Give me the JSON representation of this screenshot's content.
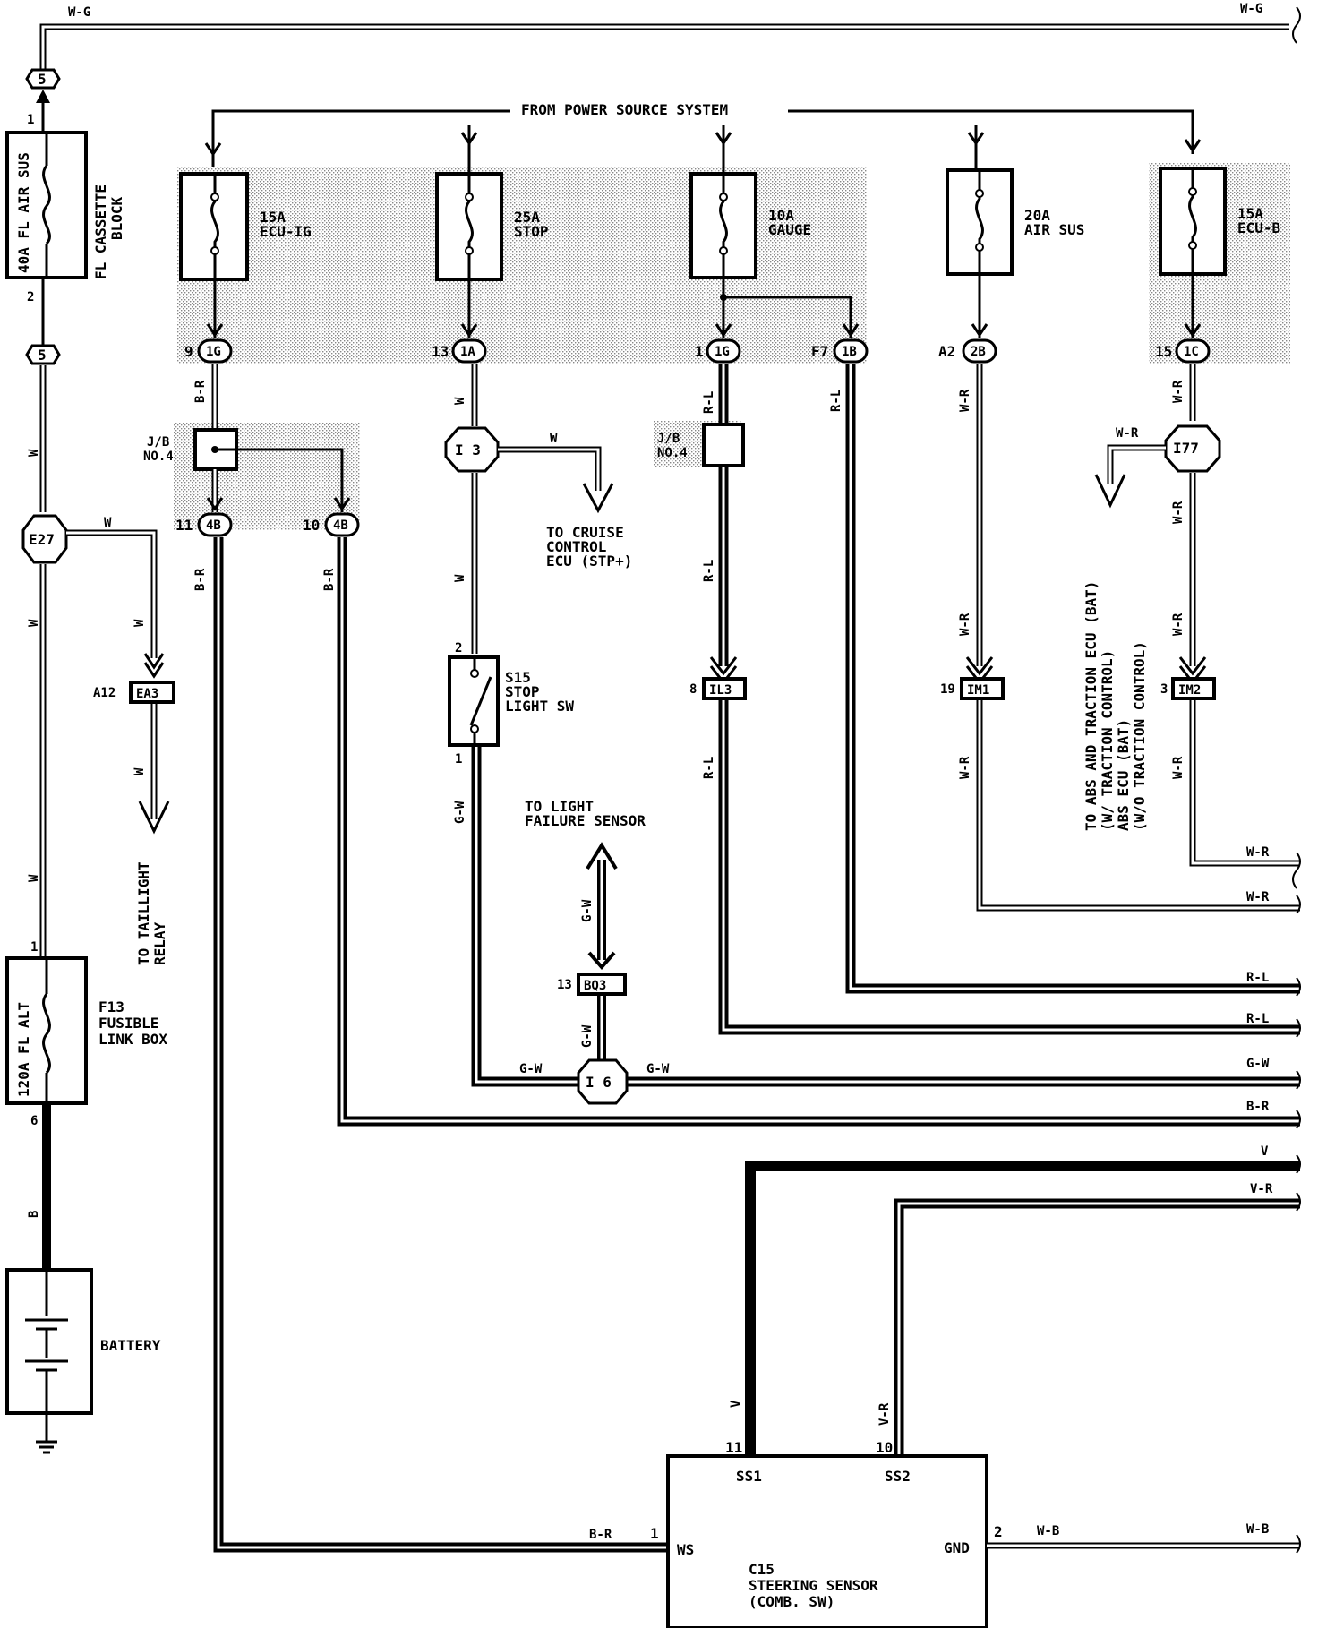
{
  "top": {
    "wire_left": "W-G",
    "wire_right": "W-G",
    "power_source": "FROM POWER SOURCE SYSTEM"
  },
  "left": {
    "conn5a": "5",
    "conn5b": "5",
    "pin1": "1",
    "pin2": "2",
    "fuse_label": "40A FL AIR SUS",
    "cassette": "FL CASSETTE",
    "cassette2": "BLOCK",
    "wire_w1": "W",
    "wire_w2": "W",
    "wire_w3": "W",
    "wire_w4": "W",
    "wire_w5": "W",
    "e27": "E27",
    "a12": "A12",
    "ea3": "EA3",
    "taillight": "TO TAILLIGHT",
    "taillight2": "RELAY",
    "f13_pin1": "1",
    "f13_fuse": "120A FL ALT",
    "f13": "F13",
    "fusible": "FUSIBLE",
    "linkbox": "LINK BOX",
    "pin6": "6",
    "wire_b": "B",
    "battery": "BATTERY"
  },
  "fuses": [
    {
      "amp": "15A",
      "name": "ECU-IG"
    },
    {
      "amp": "25A",
      "name": "STOP"
    },
    {
      "amp": "10A",
      "name": "GAUGE"
    },
    {
      "amp": "20A",
      "name": "AIR SUS"
    },
    {
      "amp": "15A",
      "name": "ECU-B"
    }
  ],
  "connectors": {
    "c9": "9",
    "c9n": "1G",
    "c13": "13",
    "c13n": "1A",
    "c1": "1",
    "c1n": "1G",
    "cf7": "F7",
    "cf7n": "1B",
    "ca2": "A2",
    "ca2n": "2B",
    "c15": "15",
    "c15n": "1C",
    "jb1": "J/B",
    "jb1b": "NO.4",
    "jb2": "J/B",
    "jb2b": "NO.4",
    "c11": "11",
    "c11n": "4B",
    "c10": "10",
    "c10n": "4B",
    "i13": "I 3",
    "i77": "I77",
    "i6": "I 6",
    "s15_pin2": "2",
    "s15": "S15",
    "stop": "STOP",
    "lightsw": "LIGHT SW",
    "s15_pin1": "1",
    "il3_pin": "8",
    "il3": "IL3",
    "im1_pin": "19",
    "im1": "IM1",
    "im2_pin": "3",
    "im2": "IM2",
    "bq3_pin": "13",
    "bq3": "BQ3"
  },
  "labels": {
    "cruise1": "TO CRUISE",
    "cruise2": "CONTROL",
    "cruise3": "ECU (STP+)",
    "lfs1": "TO LIGHT",
    "lfs2": "FAILURE SENSOR",
    "abs1": "TO ABS AND TRACTION ECU (BAT)",
    "abs2": "(W/ TRACTION CONTROL)",
    "abs3": "ABS ECU (BAT)",
    "abs4": "(W/O TRACTION CONTROL)"
  },
  "wires": {
    "br1": "B-R",
    "br2": "B-R",
    "br3": "B-R",
    "w_stop": "W",
    "w_cruise": "W",
    "w_stop2": "W",
    "rl1": "R-L",
    "rl2": "R-L",
    "rl3": "R-L",
    "rl4": "R-L",
    "wr1": "W-R",
    "wr2": "W-R",
    "wr3": "W-R",
    "wr4": "W-R",
    "wr5": "W-R",
    "wr6": "W-R",
    "wr7": "W-R",
    "gw1": "G-W",
    "gw2": "G-W",
    "gw3": "G-W",
    "gw4": "G-W",
    "gw5": "G-W",
    "v": "V",
    "vr": "V-R",
    "br_bottom": "B-R",
    "wb": "W-B"
  },
  "right_edge": {
    "wr_a": "W-R",
    "wr_b": "W-R",
    "rl_a": "R-L",
    "rl_b": "R-L",
    "gw": "G-W",
    "br": "B-R",
    "v": "V",
    "vr": "V-R",
    "wb": "W-B"
  },
  "sensor": {
    "pin11": "11",
    "pin10": "10",
    "ss1": "SS1",
    "ss2": "SS2",
    "pin1": "1",
    "ws": "WS",
    "gnd": "GND",
    "pin2": "2",
    "id": "C15",
    "name": "STEERING SENSOR",
    "sub": "(COMB. SW)"
  }
}
